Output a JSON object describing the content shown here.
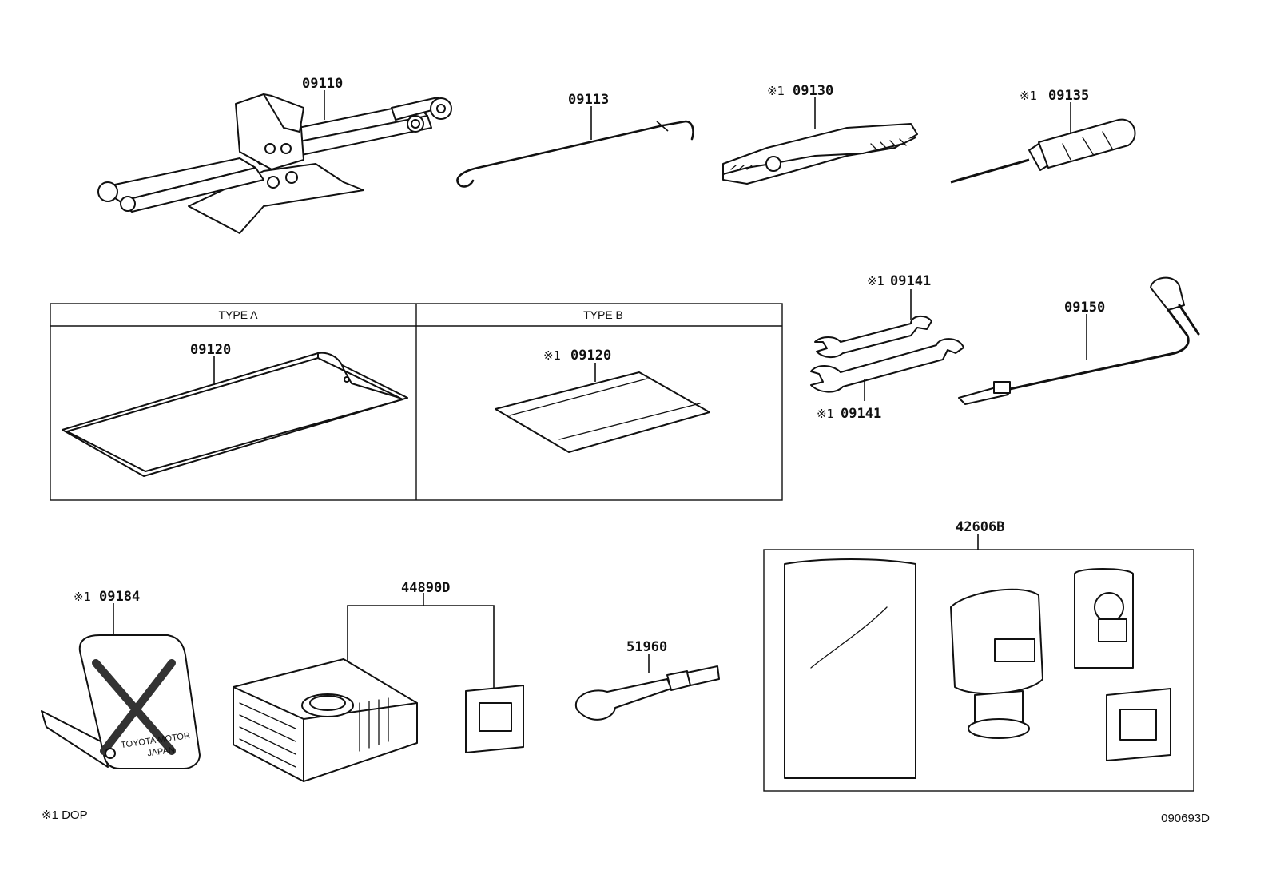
{
  "diagram": {
    "drawing_number": "090693D",
    "footnote": "※1 DOP",
    "type_a_header": "TYPE A",
    "type_b_header": "TYPE B",
    "parts": {
      "jack": {
        "mark": "",
        "number": "09110",
        "icon": "scissor-jack-icon"
      },
      "jack_handle": {
        "mark": "",
        "number": "09113",
        "icon": "jack-handle-icon"
      },
      "pliers": {
        "mark": "※1",
        "number": "09130",
        "icon": "pliers-icon"
      },
      "screwdriver": {
        "mark": "※1",
        "number": "09135",
        "icon": "screwdriver-icon"
      },
      "tool_bag_a": {
        "mark": "",
        "number": "09120",
        "icon": "tool-bag-icon"
      },
      "tool_bag_b": {
        "mark": "※1",
        "number": "09120",
        "icon": "tool-bag-icon"
      },
      "wrench_upper": {
        "mark": "※1",
        "number": "09141",
        "icon": "wrench-icon"
      },
      "wrench_lower": {
        "mark": "※1",
        "number": "09141",
        "icon": "wrench-icon"
      },
      "lug_wrench": {
        "mark": "",
        "number": "09150",
        "icon": "lug-wrench-icon"
      },
      "warning_triangle": {
        "mark": "※1",
        "number": "09184",
        "icon": "warning-plate-icon",
        "plate_text_1": "TOYOTA MOTOR",
        "plate_text_2": "JAPAN"
      },
      "compressor_kit": {
        "mark": "",
        "number": "44890D",
        "icon": "compressor-icon"
      },
      "towing_eye": {
        "mark": "",
        "number": "51960",
        "icon": "towing-eye-icon"
      },
      "repair_kit": {
        "mark": "",
        "number": "42606B",
        "icon": "repair-kit-icon"
      }
    }
  }
}
